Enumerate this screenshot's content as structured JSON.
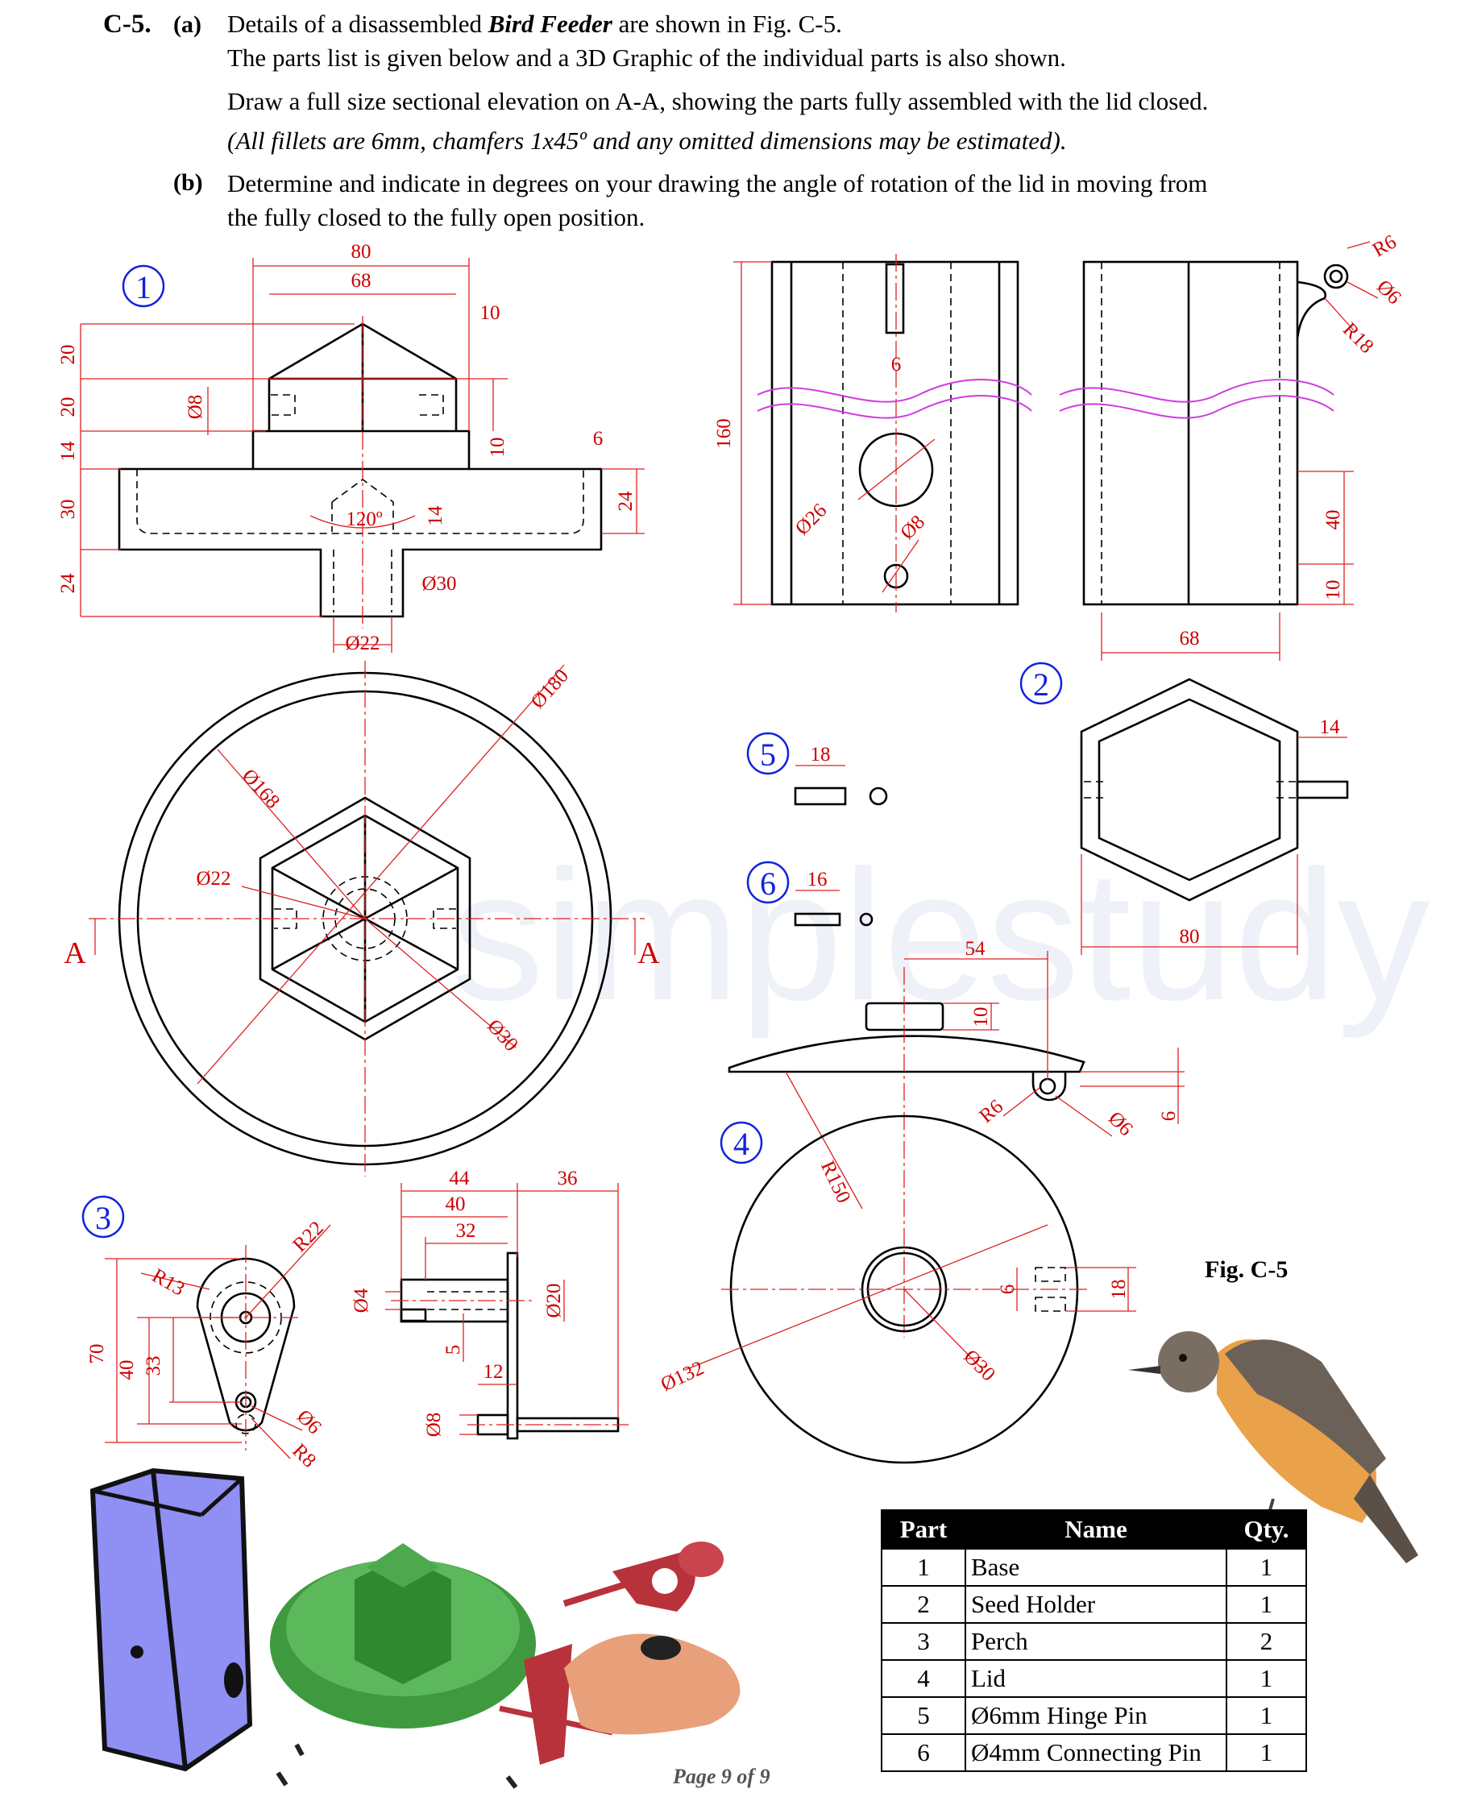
{
  "question": {
    "number": "C-5.",
    "part_a_label": "(a)",
    "line1_pre": "Details of a disassembled ",
    "line1_em": "Bird Feeder",
    "line1_post": " are shown in Fig. C-5.",
    "line2": "The parts list is given below and a 3D Graphic of the individual parts is also shown.",
    "line3": "Draw a full size sectional elevation on A-A, showing the parts fully assembled with the lid closed.",
    "line4": "(All fillets are 6mm, chamfers 1x45º and any omitted dimensions may be estimated).",
    "part_b_label": "(b)",
    "line5": "Determine and indicate in degrees on your drawing the angle of rotation of the lid in moving from",
    "line6": "the fully closed to the fully open position."
  },
  "drawing": {
    "part_numbers": [
      "1",
      "2",
      "3",
      "4",
      "5",
      "6"
    ],
    "dims_base_elev": [
      "80",
      "68",
      "10",
      "6",
      "20",
      "20",
      "14",
      "30",
      "24",
      "Ø8",
      "10",
      "120º",
      "14",
      "24",
      "Ø30",
      "Ø22"
    ],
    "dims_base_plan": [
      "Ø180",
      "Ø168",
      "Ø22",
      "Ø30"
    ],
    "section_marks": [
      "A",
      "A"
    ],
    "dims_holder_elev": [
      "160",
      "6",
      "Ø26",
      "Ø8",
      "R6",
      "Ø6",
      "R18",
      "40",
      "10",
      "68"
    ],
    "dims_holder_plan": [
      "14",
      "80"
    ],
    "dims_pins": [
      "18",
      "16"
    ],
    "dims_lid": [
      "54",
      "10",
      "R6",
      "Ø6",
      "6",
      "R150",
      "6",
      "18",
      "Ø30",
      "Ø132"
    ],
    "dims_perch": [
      "R22",
      "R13",
      "70",
      "40",
      "33",
      "Ø6",
      "R8",
      "44",
      "36",
      "40",
      "32",
      "Ø4",
      "5",
      "Ø20",
      "12",
      "Ø8"
    ],
    "figure_label": "Fig. C-5",
    "watermark": "simplestudy"
  },
  "parts_table": {
    "headers": [
      "Part",
      "Name",
      "Qty."
    ],
    "rows": [
      {
        "part": "1",
        "name": "Base",
        "qty": "1"
      },
      {
        "part": "2",
        "name": "Seed Holder",
        "qty": "1"
      },
      {
        "part": "3",
        "name": "Perch",
        "qty": "2"
      },
      {
        "part": "4",
        "name": "Lid",
        "qty": "1"
      },
      {
        "part": "5",
        "name": "Ø6mm Hinge Pin",
        "qty": "1"
      },
      {
        "part": "6",
        "name": "Ø4mm Connecting Pin",
        "qty": "1"
      }
    ]
  },
  "footer": {
    "page": "Page 9 of 9"
  },
  "colors": {
    "dimension": "#cc0000",
    "part_circle": "#1122dd",
    "break_line": "#d03be0",
    "holder_3d": "#5555ee",
    "base_3d": "#3f9a3f",
    "perch_3d": "#b8323c",
    "lid_3d": "#e8a07a"
  }
}
